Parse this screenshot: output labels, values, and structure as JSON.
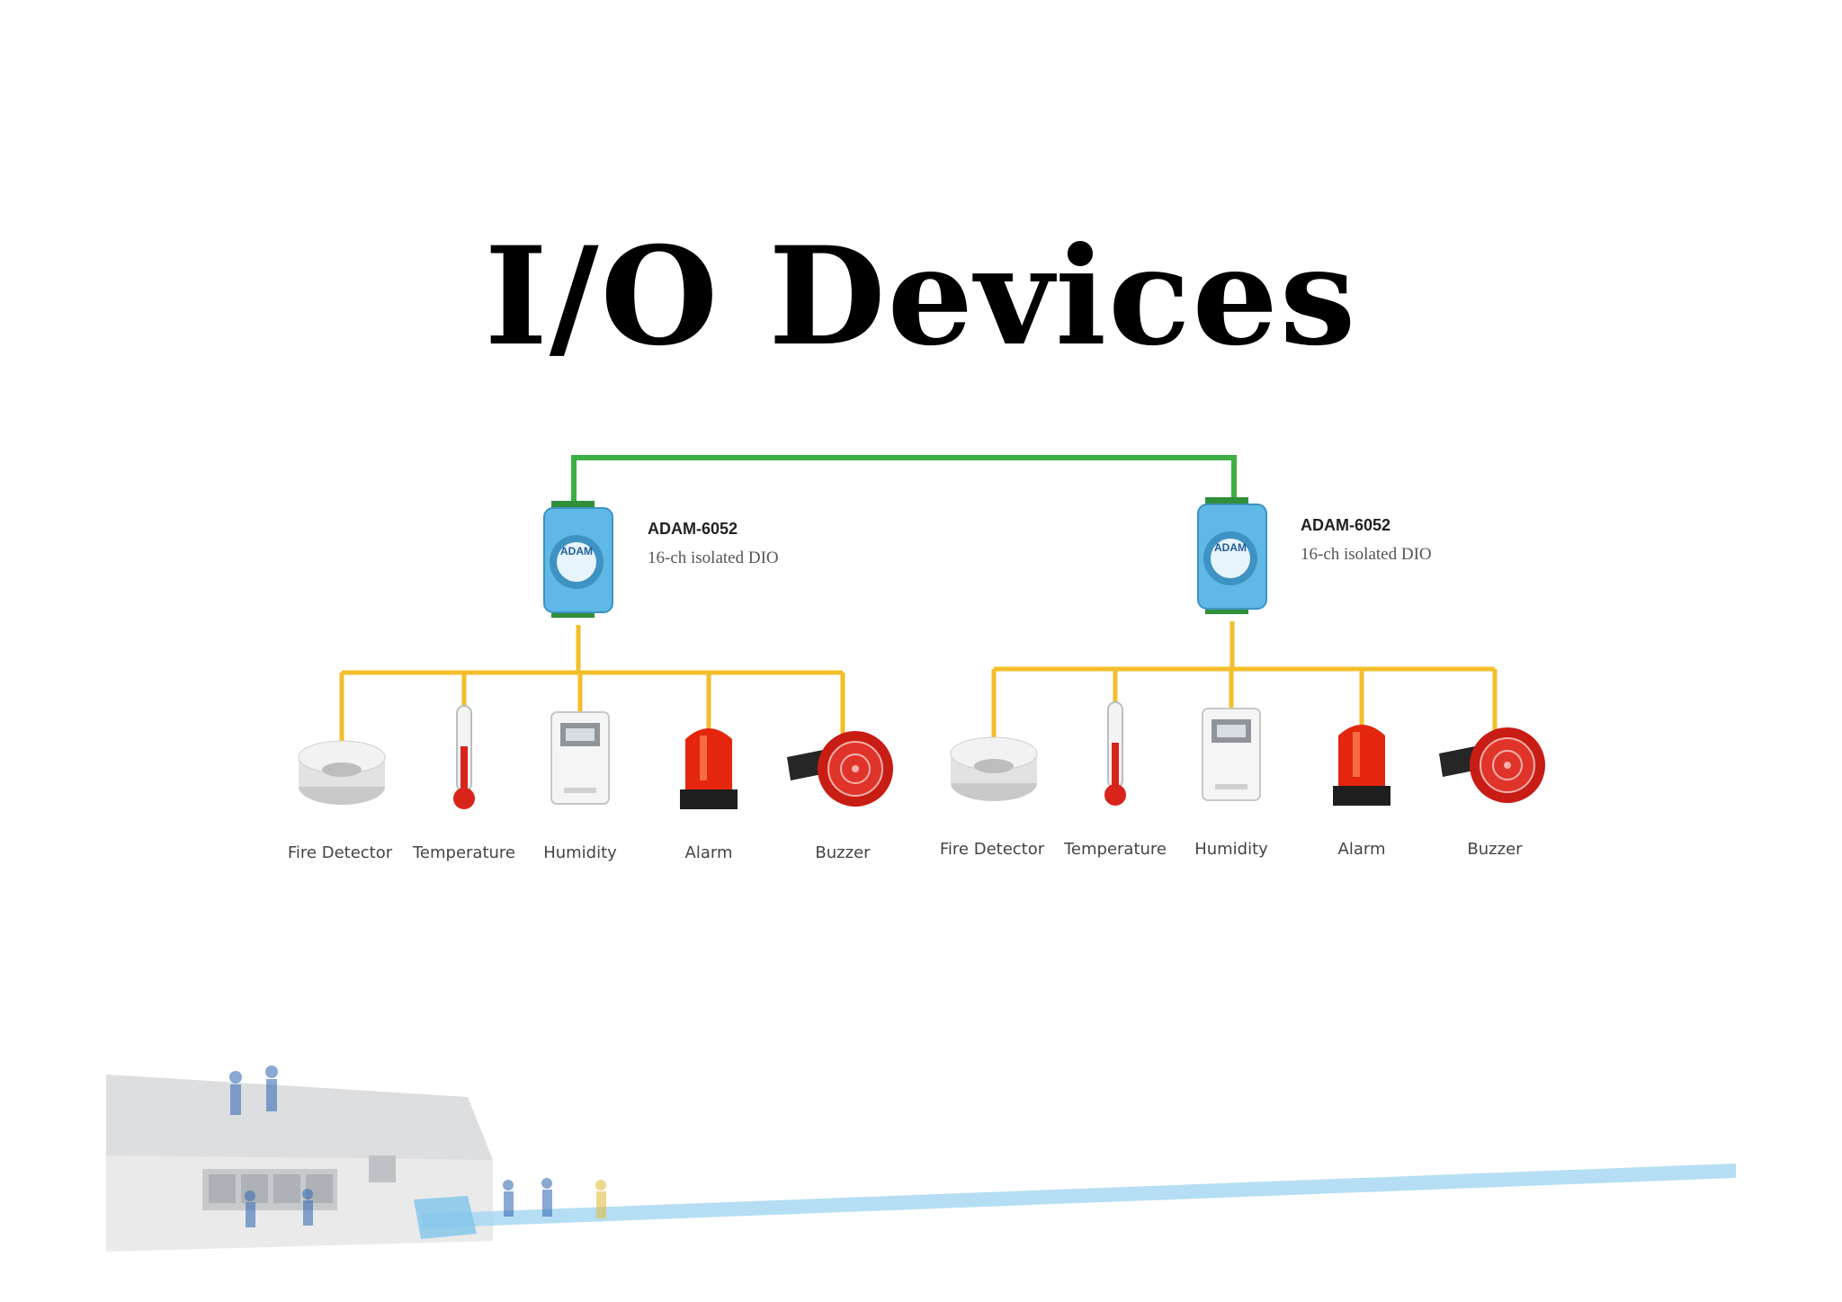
{
  "title": "I/O Devices",
  "colors": {
    "network_link": "#3cb043",
    "io_wiring": "#f3be2a",
    "module_body": "#5fb8e6",
    "cable": "#a8d8f2"
  },
  "modules": [
    {
      "name": "ADAM-6052",
      "description": "16-ch isolated DIO",
      "badge": "ADAM"
    },
    {
      "name": "ADAM-6052",
      "description": "16-ch isolated DIO",
      "badge": "ADAM"
    }
  ],
  "device_groups": [
    {
      "devices": [
        {
          "label": "Fire Detector",
          "icon": "smoke-detector-icon"
        },
        {
          "label": "Temperature",
          "icon": "thermometer-icon"
        },
        {
          "label": "Humidity",
          "icon": "humidity-sensor-icon"
        },
        {
          "label": "Alarm",
          "icon": "alarm-beacon-icon"
        },
        {
          "label": "Buzzer",
          "icon": "buzzer-icon"
        }
      ]
    },
    {
      "devices": [
        {
          "label": "Fire Detector",
          "icon": "smoke-detector-icon"
        },
        {
          "label": "Temperature",
          "icon": "thermometer-icon"
        },
        {
          "label": "Humidity",
          "icon": "humidity-sensor-icon"
        },
        {
          "label": "Alarm",
          "icon": "alarm-beacon-icon"
        },
        {
          "label": "Buzzer",
          "icon": "buzzer-icon"
        }
      ]
    }
  ]
}
